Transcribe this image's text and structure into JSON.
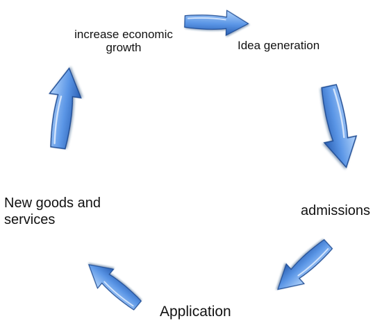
{
  "diagram": {
    "nodes": {
      "idea_generation": "Idea generation",
      "admissions": "admissions",
      "application": "Application",
      "new_goods_line1": "New goods and",
      "new_goods_line2": "services",
      "growth_line1": "increase economic",
      "growth_line2": "growth"
    },
    "colors": {
      "arrow_light": "#b3d4fb",
      "arrow_mid": "#5b96e6",
      "arrow_dark": "#2a5fb3",
      "arrow_edge": "#224f96"
    },
    "arrow_icon": "curved-block-arrow"
  }
}
